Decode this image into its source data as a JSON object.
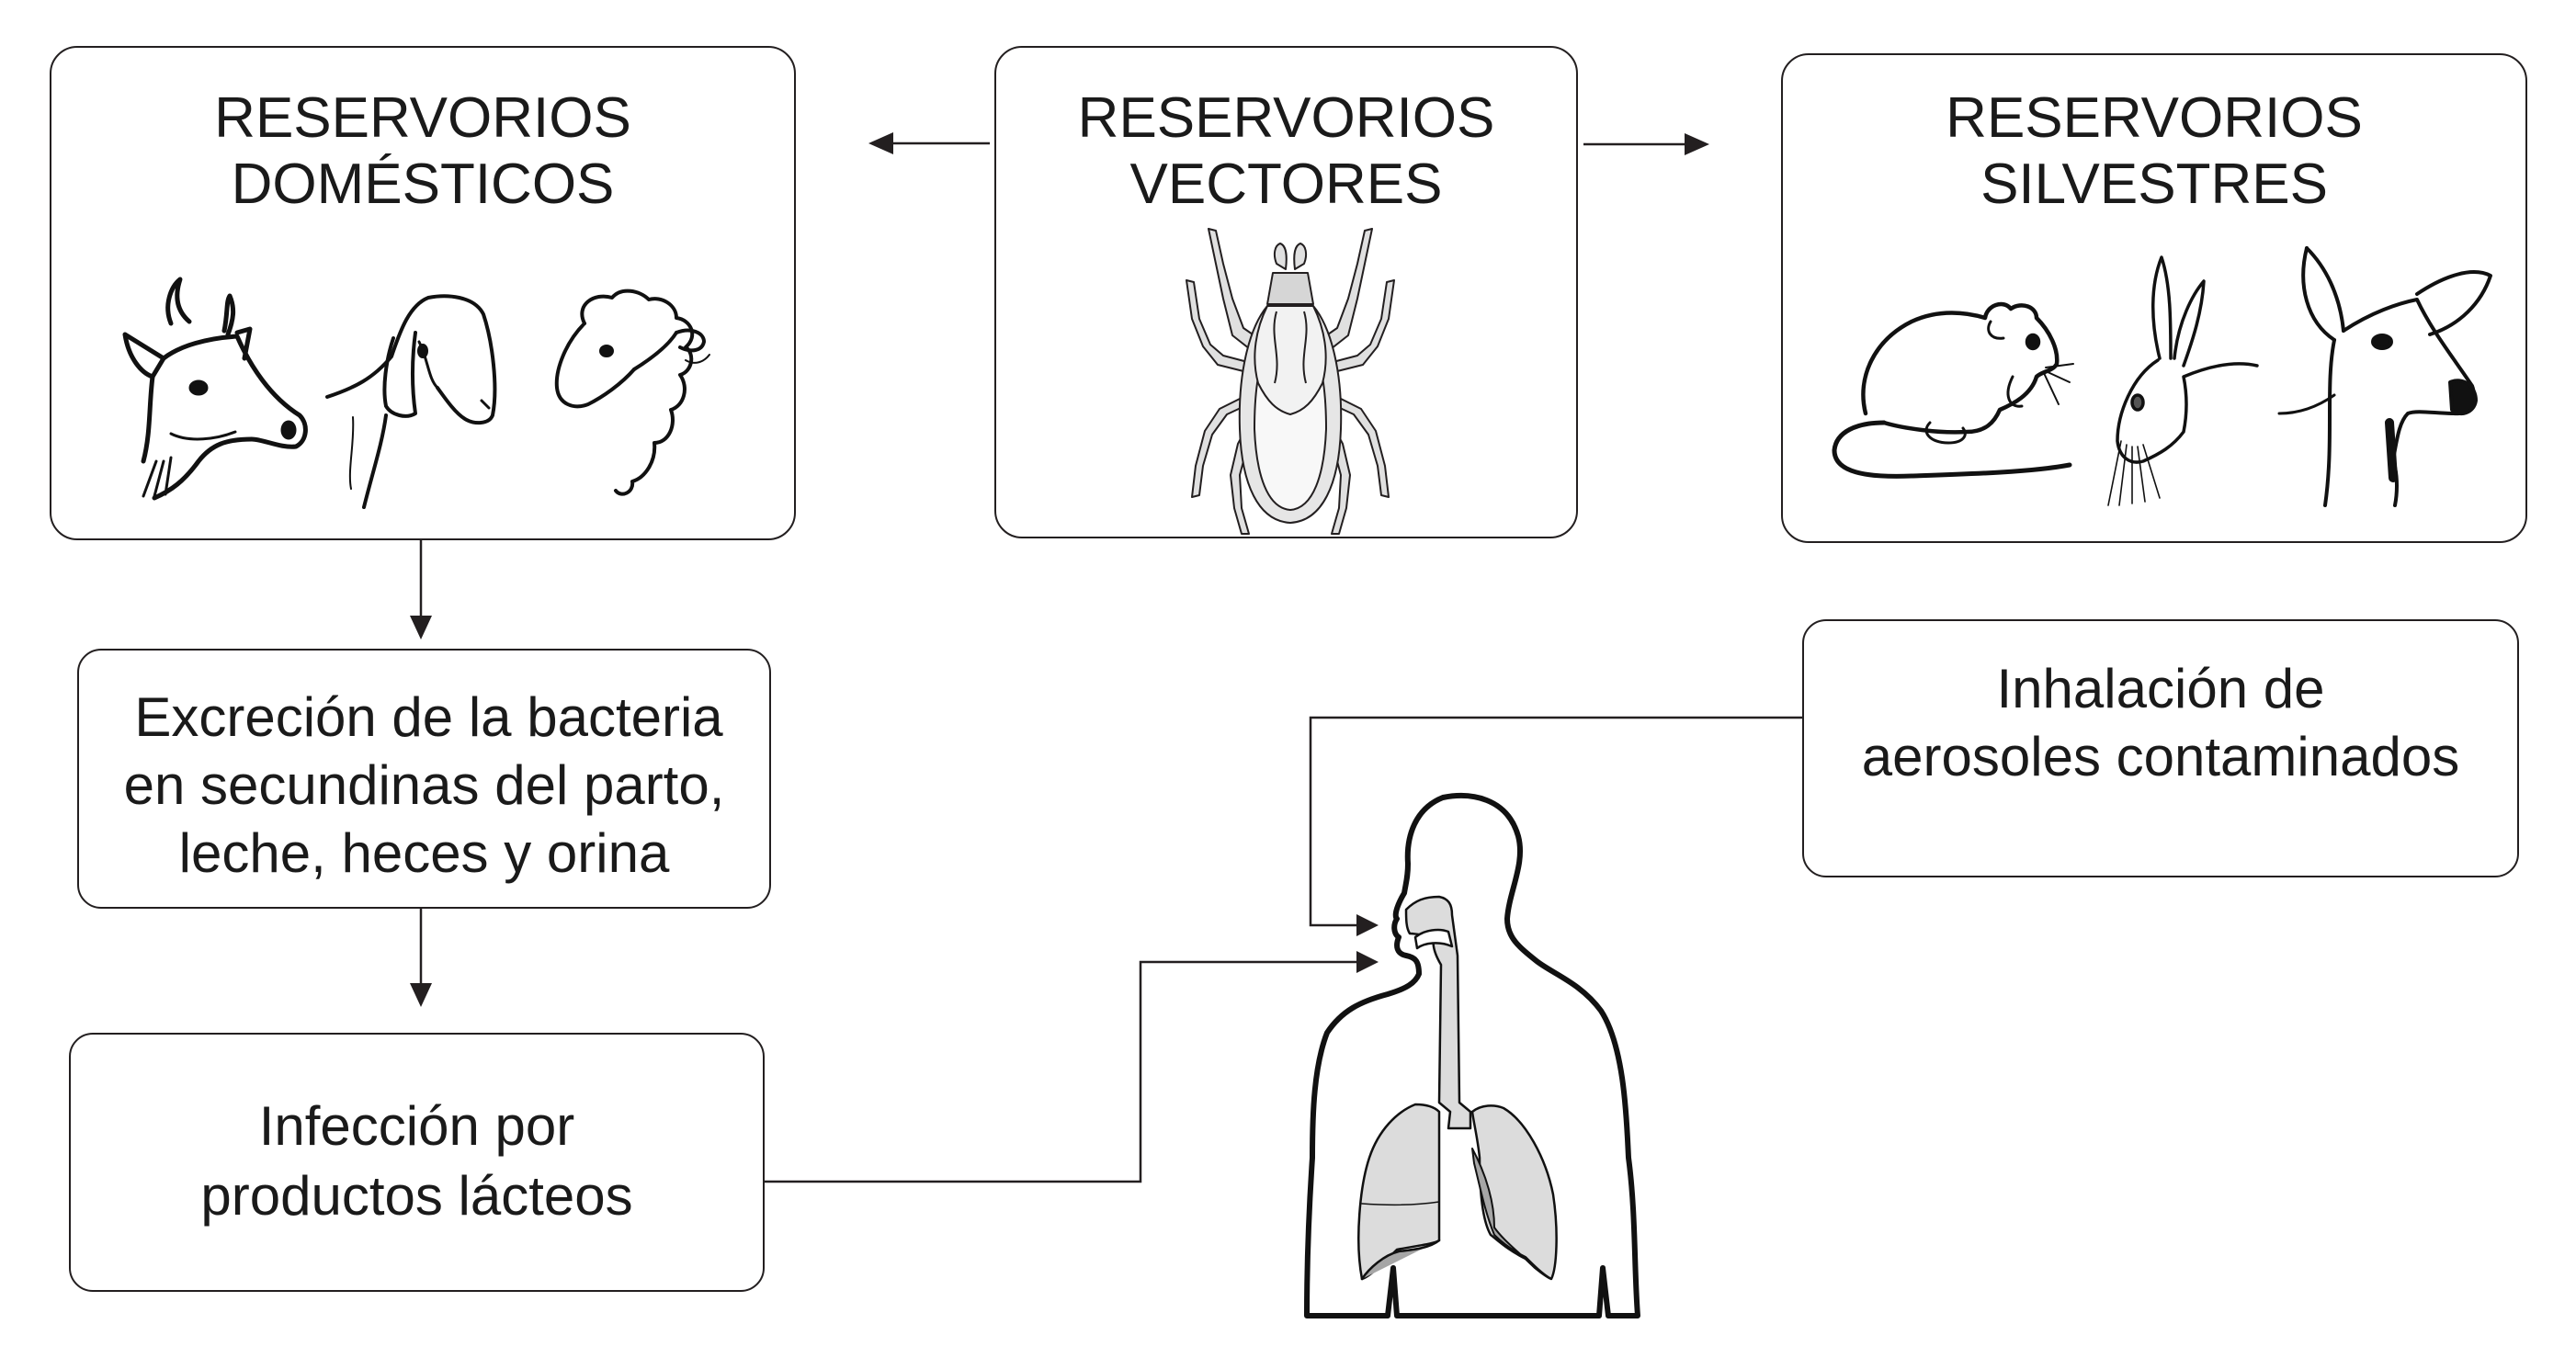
{
  "diagram": {
    "nodes": {
      "domestic": {
        "title_line1": "RESERVORIOS",
        "title_line2": "DOMÉSTICOS",
        "animals": [
          "cow-icon",
          "goat-icon",
          "sheep-icon"
        ]
      },
      "vectors": {
        "title_line1": "RESERVORIOS",
        "title_line2": "VECTORES",
        "animals": [
          "tick-icon"
        ]
      },
      "wild": {
        "title_line1": "RESERVORIOS",
        "title_line2": "SILVESTRES",
        "animals": [
          "rat-icon",
          "rabbit-icon",
          "deer-icon"
        ]
      },
      "excretion": {
        "line1": "Excreción de la bacteria",
        "line2": "en secundinas del parto,",
        "line3": "leche, heces y orina"
      },
      "dairy": {
        "line1": "Infección por",
        "line2": "productos lácteos"
      },
      "aerosol": {
        "line1": "Inhalación de",
        "line2": "aerosoles contaminados"
      },
      "human": {
        "icon": "human-respiratory-system-icon"
      }
    },
    "edges": [
      {
        "from": "vectors",
        "to": "domestic"
      },
      {
        "from": "vectors",
        "to": "wild"
      },
      {
        "from": "domestic",
        "to": "excretion"
      },
      {
        "from": "excretion",
        "to": "dairy"
      },
      {
        "from": "dairy",
        "to": "human"
      },
      {
        "from": "aerosol",
        "to": "human"
      }
    ],
    "colors": {
      "stroke": "#231f20",
      "lung_fill": "#dcdcdc",
      "lung_dark": "#a6a6a6",
      "tick_fill": "#e0e0e0"
    }
  }
}
